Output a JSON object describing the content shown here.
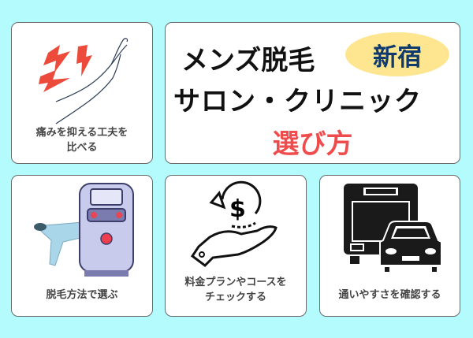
{
  "colors": {
    "background": "#b3fbfd",
    "card_bg": "#ffffff",
    "card_border": "#6a6a6a",
    "badge_bg": "#fde68f",
    "badge_text": "#0f3a6b",
    "accent_red": "#ee4444",
    "caption_text": "#444444"
  },
  "main": {
    "line1": "メンズ脱毛",
    "badge": "新宿",
    "line2": "サロン・クリニック",
    "line3": "選び方"
  },
  "cards": [
    {
      "caption_line1": "痛みを抑える工夫を",
      "caption_line2": "比べる",
      "icon": "arm-pain-icon"
    },
    {
      "caption_line1": "脱毛方法で選ぶ",
      "icon": "laser-machine-icon"
    },
    {
      "caption_line1": "料金プランやコースを",
      "caption_line2": "チェックする",
      "icon": "hand-money-icon"
    },
    {
      "caption_line1": "通いやすさを確認する",
      "icon": "bus-car-icon"
    }
  ]
}
